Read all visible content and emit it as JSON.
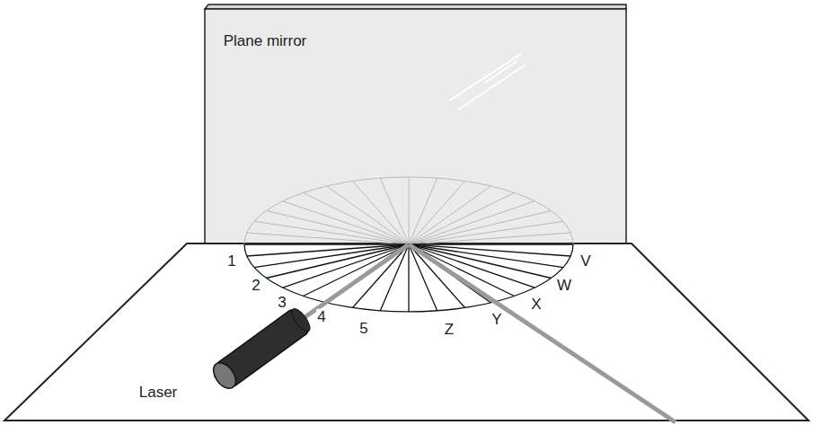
{
  "diagram": {
    "labels": [
      "Plane mirror",
      "1",
      "2",
      "3",
      "4",
      "5",
      "Z",
      "Y",
      "X",
      "W",
      "V",
      "Laser"
    ]
  }
}
